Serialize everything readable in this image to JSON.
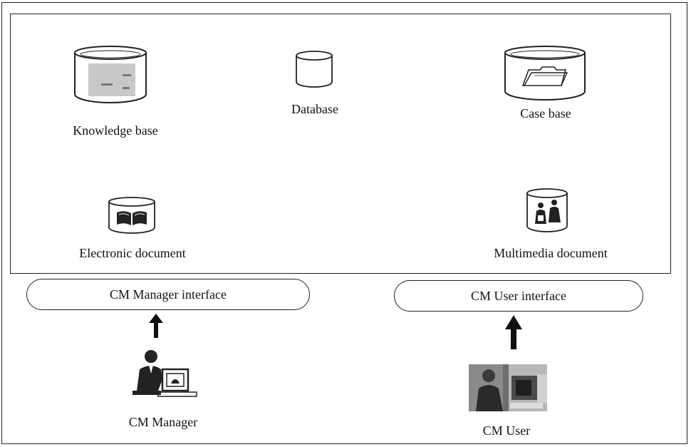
{
  "repository": {
    "knowledge_base": {
      "label": "Knowledge base",
      "icon": "knowledge-base-cylinder-icon"
    },
    "database": {
      "label": "Database",
      "icon": "database-cylinder-icon"
    },
    "case_base": {
      "label": "Case base",
      "icon": "case-base-cylinder-icon"
    },
    "electronic_document": {
      "label": "Electronic document",
      "icon": "electronic-document-cylinder-icon"
    },
    "multimedia_document": {
      "label": "Multimedia document",
      "icon": "multimedia-document-cylinder-icon"
    }
  },
  "interfaces": {
    "manager": {
      "label": "CM Manager interface"
    },
    "user": {
      "label": "CM User interface"
    }
  },
  "actors": {
    "manager": {
      "label": "CM Manager",
      "icon": "manager-at-computer-icon"
    },
    "user": {
      "label": "CM User",
      "icon": "user-at-computer-photo-icon"
    }
  },
  "colors": {
    "line": "#222222",
    "background": "#ffffff"
  }
}
